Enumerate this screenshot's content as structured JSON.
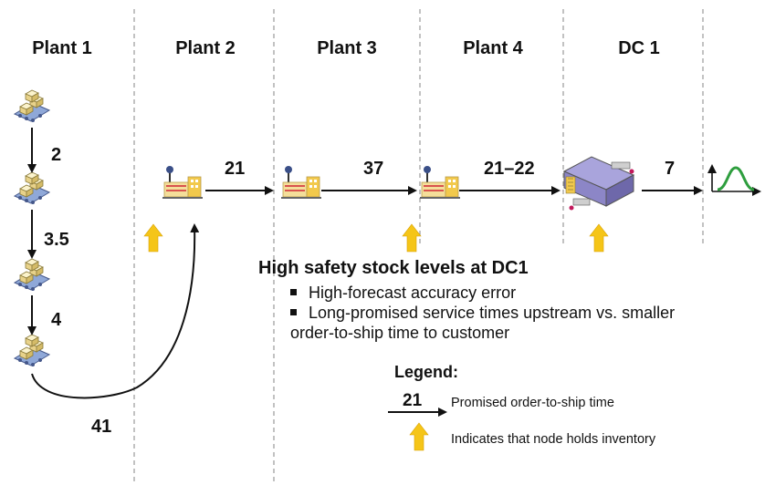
{
  "columns": [
    {
      "label": "Plant 1"
    },
    {
      "label": "Plant 2"
    },
    {
      "label": "Plant 3"
    },
    {
      "label": "Plant 4"
    },
    {
      "label": "DC 1"
    }
  ],
  "flow_labels": {
    "p1_a": "2",
    "p1_b": "3.5",
    "p1_c": "4",
    "p1_to_p2": "41",
    "p2_to_p3": "21",
    "p3_to_p4": "37",
    "p4_to_dc": "21–22",
    "dc_to_customer": "7"
  },
  "inventory_nodes": [
    "Plant 2",
    "Plant 4",
    "DC 1"
  ],
  "findings": {
    "title": "High safety stock levels at DC1",
    "bullets": [
      "High-forecast accuracy error",
      "Long-promised service times upstream vs. smaller",
      "order-to-ship time to customer"
    ]
  },
  "legend": {
    "title": "Legend:",
    "sample_number": "21",
    "arrow_text": "Promised order-to-ship time",
    "inventory_text": "Indicates that node holds inventory"
  },
  "colors": {
    "inventory_arrow": "#F5C518",
    "demand_curve": "#2E9E3E",
    "conveyor": "#8FA8D8",
    "box": "#F2E3A6",
    "dc_body": "#8C86C7"
  },
  "icons": [
    "conveyor-icon",
    "factory-icon",
    "distribution-center-icon",
    "demand-curve-icon",
    "inventory-arrow-icon"
  ]
}
